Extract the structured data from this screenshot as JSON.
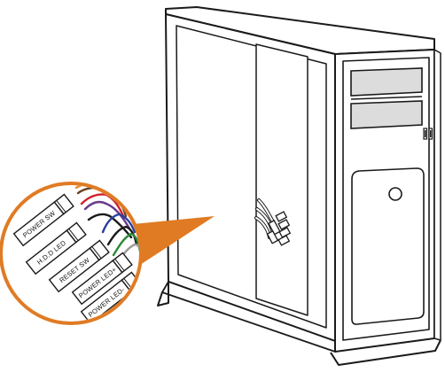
{
  "connectors": [
    {
      "id": "power-sw",
      "label": "POWER SW"
    },
    {
      "id": "hdd-led",
      "label": "H.D.D LED"
    },
    {
      "id": "reset-sw",
      "label": "RESET SW"
    },
    {
      "id": "power-led-plus",
      "label": "POWER LED+"
    },
    {
      "id": "power-led-minus",
      "label": "POWER LED-"
    }
  ],
  "colors": {
    "callout": "#e07b24",
    "outline": "#1a1a1a",
    "drive_bay_fill": "#dcdcdc",
    "wire_orange": "#e8892f",
    "wire_brown": "#6b4426",
    "wire_red": "#d0202a",
    "wire_blue": "#2a3f9c",
    "wire_purple": "#6a3a8c",
    "wire_green": "#2a8a3a",
    "wire_gray": "#9a9a9a"
  }
}
